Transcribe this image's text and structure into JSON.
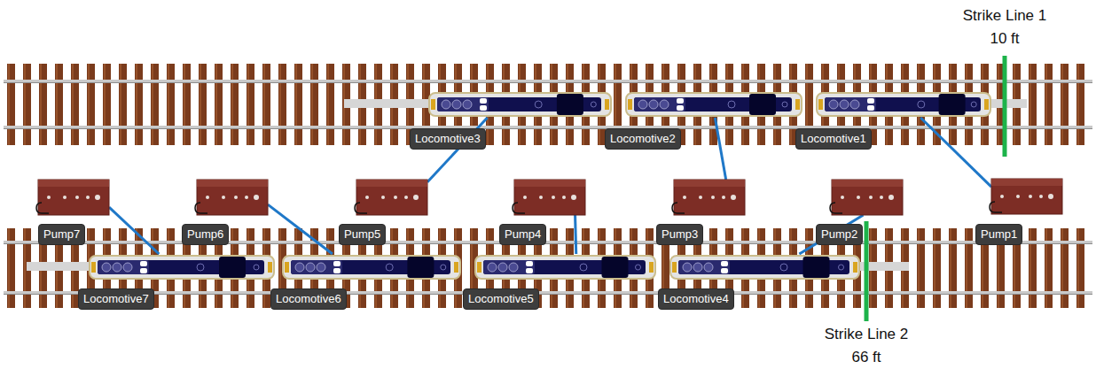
{
  "diagram": {
    "nodes": [
      {
        "text": [
          "Locomotive3"
        ]
      },
      {
        "text": [
          "Locomotive2"
        ]
      },
      {
        "text": [
          "Locomotive1"
        ]
      },
      {
        "text": [
          "Pump7"
        ]
      },
      {
        "text": [
          "Pump6"
        ]
      },
      {
        "text": [
          "Pump5"
        ]
      },
      {
        "text": [
          "Pump4"
        ]
      },
      {
        "text": [
          "Pump3"
        ]
      },
      {
        "text": [
          "Pump2"
        ]
      },
      {
        "text": [
          "Pump1"
        ]
      },
      {
        "text": [
          "Locomotive7"
        ]
      },
      {
        "text": [
          "Locomotive6"
        ]
      },
      {
        "text": [
          "Locomotive5"
        ]
      },
      {
        "text": [
          "Locomotive4"
        ]
      }
    ],
    "edges": [
      {
        "from": 2,
        "to": 9,
        "arrow": "none"
      },
      {
        "from": 1,
        "to": 7,
        "arrow": "none"
      },
      {
        "from": 0,
        "to": 5,
        "arrow": "none"
      },
      {
        "from": 13,
        "to": 8,
        "arrow": "none"
      },
      {
        "from": 12,
        "to": 6,
        "arrow": "none"
      },
      {
        "from": 11,
        "to": 4,
        "arrow": "none"
      },
      {
        "from": 10,
        "to": 3,
        "arrow": "none"
      }
    ],
    "labels": [
      "Strike Line 1",
      "10 ft",
      "Strike Line 2",
      "66 ft"
    ]
  }
}
